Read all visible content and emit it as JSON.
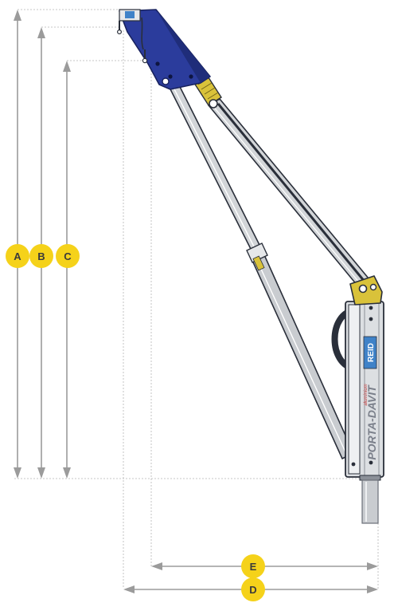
{
  "dimensions": {
    "a": "A",
    "b": "B",
    "c": "C",
    "d": "D",
    "e": "E"
  },
  "product": {
    "mast_logo": "PORTA-DAVIT",
    "mast_sublabel": "aluminium",
    "mast_badge": "REID"
  },
  "colors": {
    "dimension_badge": "#f5d21a",
    "arrow_line": "#9b9b9b",
    "guide_line": "#b5b5b5",
    "boom_head": "#2b3c9c",
    "aluminium": "#d2d5d8",
    "outline": "#2a2f3a",
    "accent_yellow": "#d9c23a",
    "logo_text": "#7a7f8a",
    "logo_red": "#c43b3b",
    "badge_blue": "#3f82c8"
  }
}
